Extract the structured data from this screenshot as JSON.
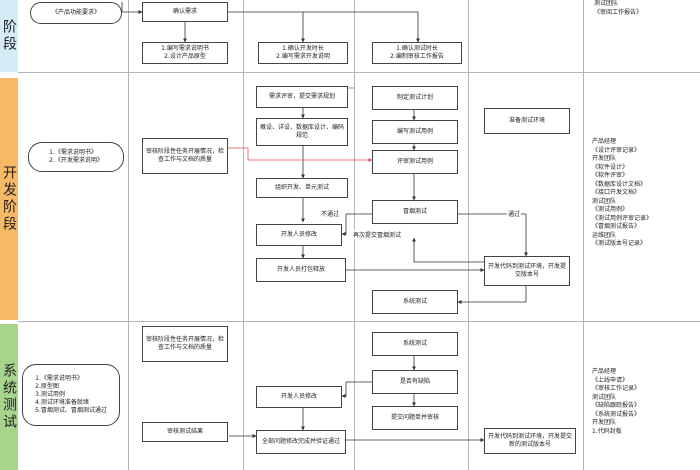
{
  "phases": {
    "requirements": "阶段",
    "development": "开发阶段",
    "system_test": "系统测试"
  },
  "docs": {
    "requirements": "《产品功能要求》",
    "development": "1.《需求说明书》\n2.《开发需求说明》",
    "system_test": "1.《需求说明书》\n2.原型图\n3.测试用例\n4.测试环境准备就绪\n5.冒烟测试、冒烟测试通过"
  },
  "nodes": {
    "confirm_requirements": "确认需求",
    "write_requirements": "1.编写需求说明书\n2.设计产品原型",
    "dev_confirm": "1.确认开发时长\n2.编写需求开发说明",
    "test_confirm": "1.确认测试时长\n2.编制审核工作报告",
    "requirements_review": "需求评审，提交需求规划",
    "design_review": "概设、详设、数据库设计、编码规范",
    "review_dev_docs": "审核阶段性任务开展情况，检查工作与文档的质量",
    "dev_unit_test": "组织开发、单元测试",
    "dev_fix": "开发人员修改",
    "dev_package": "开发人员打包释放",
    "test_plan": "制定测试计划",
    "write_cases": "编写测试用例",
    "review_cases": "评审测试用例",
    "env_prep": "准备测试环境",
    "smoke_test": "冒烟测试",
    "deploy_build": "开发代码到测试环境，开发提交版本号",
    "system_test_dev": "系统测试",
    "review_test_docs": "审核阶段性任务开展情况，检查工作与文档的质量",
    "system_test_run": "系统测试",
    "defect_tracking": "是否有缺陷",
    "dev_fix2": "开发人员修改",
    "submit_defect": "提交问题单并审核",
    "all_fixed": "全部问题修改完成并验证通过",
    "review_test_results": "审核测试结果",
    "redeploy_build": "开发代码到测试环境，开发提交新的测试版本号"
  },
  "edge_labels": {
    "not_pass": "不通过",
    "pass": "通过",
    "resubmit": "再次提交冒烟测试"
  },
  "notes": {
    "req_right": "测试团队\n《审阅工作报告》",
    "dev_right": "产品经理\n《设计评审记录》\n开发团队\n《软件设计》\n《软件评审》\n《数据库设计文档》\n《接口开发文档》\n测试团队\n《测试用例》\n《测试用例评审记录》\n《冒烟测试报告》\n运维团队\n《测试版本号记录》",
    "test_right": "产品经理\n《上线申请》\n《审核工作记录》\n测试团队\n《缺陷跟踪报告》\n《系统测试报告》\n开发团队\n1.代码封板"
  }
}
